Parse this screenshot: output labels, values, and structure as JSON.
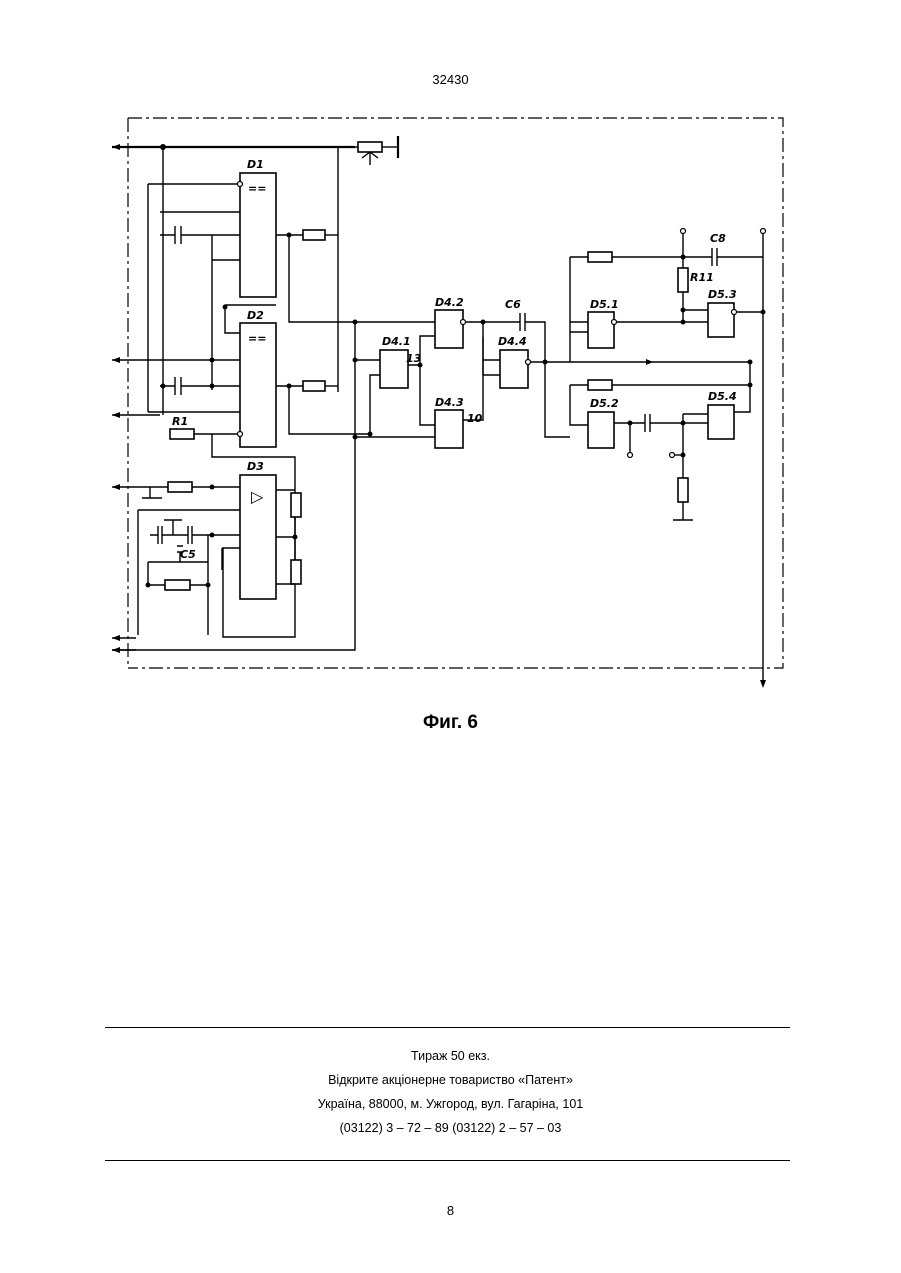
{
  "header": {
    "document_number": "32430"
  },
  "figure": {
    "caption": "Фиг. 6",
    "labels": {
      "d1": "D1",
      "d2": "D2",
      "d3": "D3",
      "d41": "D4.1",
      "d42": "D4.2",
      "d43": "D4.3",
      "d44": "D4.4",
      "d51": "D5.1",
      "d52": "D5.2",
      "d53": "D5.3",
      "d54": "D5.4",
      "r1": "R1",
      "r11": "R11",
      "c5": "C5",
      "c6": "C6",
      "c8": "C8",
      "pin13": "13",
      "pin10": "10",
      "comp_symbol": "==",
      "amp_symbol": "▷"
    }
  },
  "footer": {
    "lines": [
      "Тираж 50 екз.",
      "Відкрите акціонерне товариство «Патент»",
      "Україна, 88000, м. Ужгород, вул. Гагаріна, 101",
      "(03122) 3 – 72 – 89   (03122) 2 – 57 – 03"
    ],
    "page_number": "8"
  }
}
